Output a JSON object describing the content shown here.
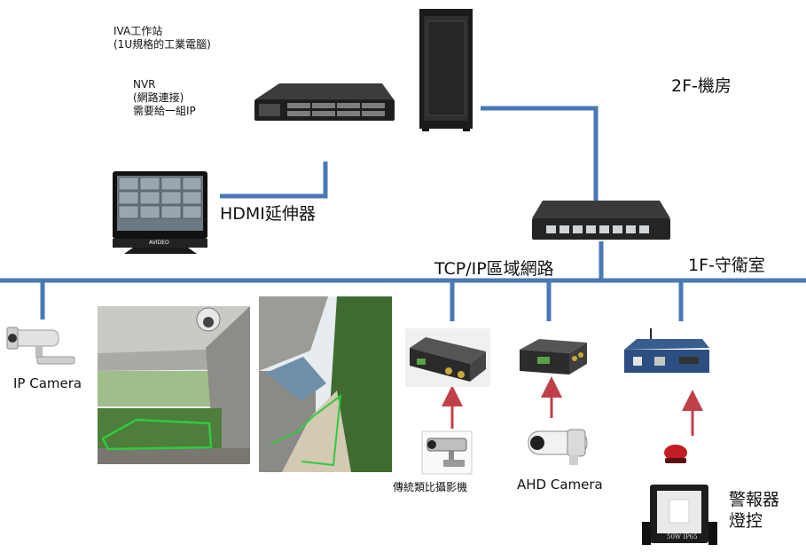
{
  "labels": {
    "iva_line1": "IVA工作站",
    "iva_line2": "(1U規格的工業電腦)",
    "nvr_line1": "NVR",
    "nvr_line2": "(網路連接)",
    "nvr_line3": "需要給一組IP",
    "room_2f": "2F-機房",
    "hdmi": "HDMI延伸器",
    "lan": "TCP/IP區域網路",
    "room_1f": "1F-守衛室",
    "ip_camera": "IP Camera",
    "analog_camera": "傳統類比攝影機",
    "ahd_camera": "AHD Camera",
    "alarm_line1": "警報器",
    "alarm_line2": "燈控",
    "monitor_brand": "AVIDEO",
    "floodlight_badge": "50W IP65"
  },
  "colors": {
    "network_line": "#4a78b5",
    "arrow": "#c0404a",
    "zone_outline": "#2ecc40"
  }
}
